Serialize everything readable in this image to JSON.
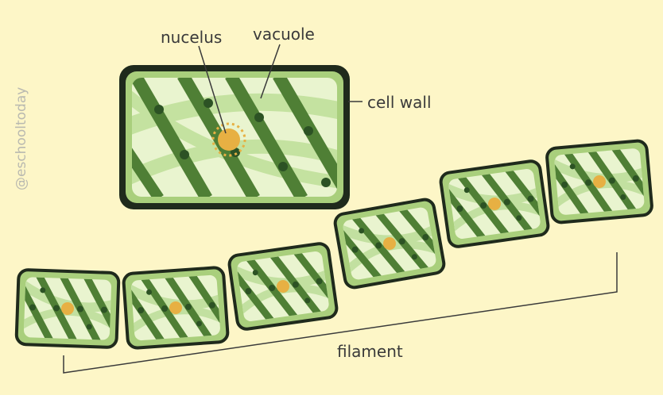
{
  "diagram": {
    "labels": {
      "nucleus": "nucelus",
      "vacuole": "vacuole",
      "cell_wall": "cell wall",
      "filament": "filament"
    },
    "watermark": "@eschooltoday",
    "colors": {
      "background": "#fdf6c7",
      "wall": "#1f2a1c",
      "cell_light": "#a9cf7c",
      "cell_inner": "#e9f4cf",
      "chloroplast": "#4f7f35",
      "pyrenoid": "#2c5224",
      "nucleus": "#e7b043"
    }
  }
}
